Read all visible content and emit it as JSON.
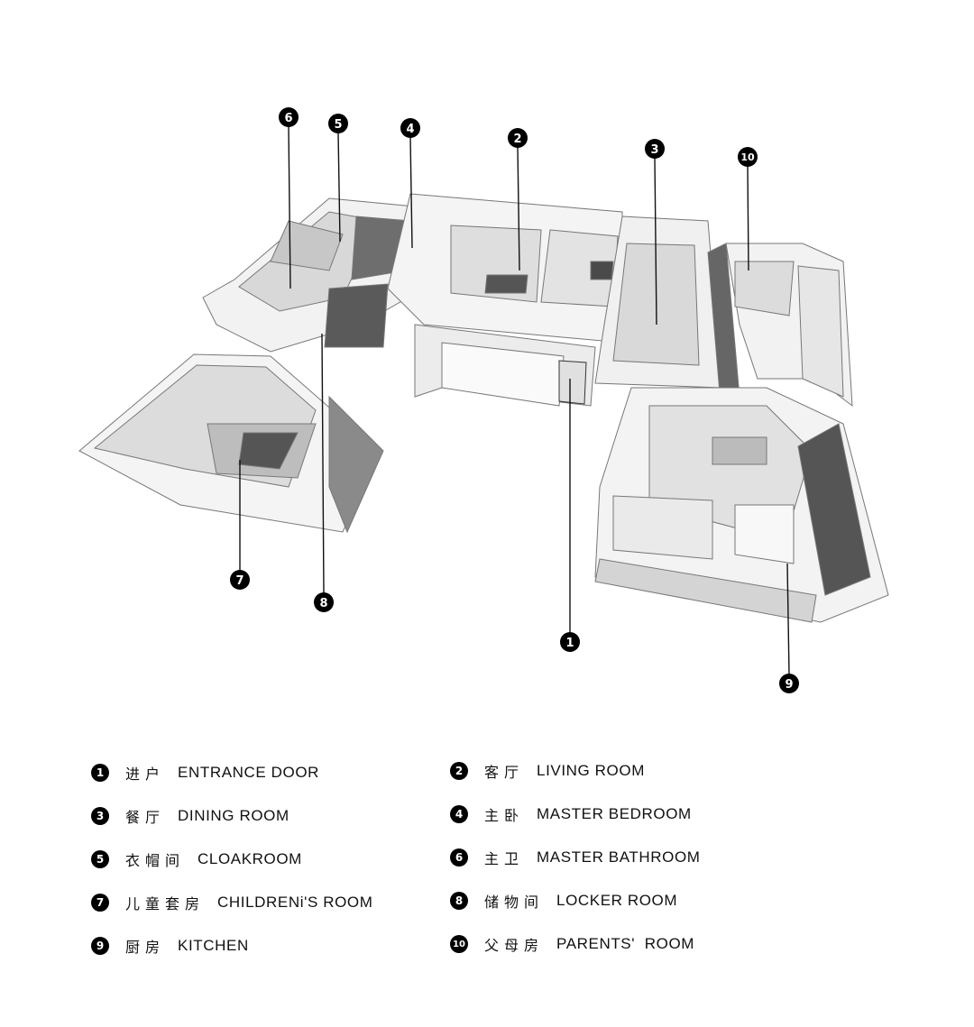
{
  "callouts": [
    "1",
    "2",
    "3",
    "4",
    "5",
    "6",
    "7",
    "8",
    "9",
    "10"
  ],
  "legend": [
    {
      "num": "1",
      "zh": "进户",
      "en": "ENTRANCE DOOR"
    },
    {
      "num": "2",
      "zh": "客厅",
      "en": "LIVING ROOM"
    },
    {
      "num": "3",
      "zh": "餐厅",
      "en": "DINING ROOM"
    },
    {
      "num": "4",
      "zh": "主卧",
      "en": "MASTER BEDROOM"
    },
    {
      "num": "5",
      "zh": "衣帽间",
      "en": "CLOAKROOM"
    },
    {
      "num": "6",
      "zh": "主卫",
      "en": "MASTER BATHROOM"
    },
    {
      "num": "7",
      "zh": "儿童套房",
      "en": "CHILDRENi'S ROOM"
    },
    {
      "num": "8",
      "zh": "储物间",
      "en": "LOCKER ROOM"
    },
    {
      "num": "9",
      "zh": "厨房",
      "en": "KITCHEN"
    },
    {
      "num": "10",
      "zh": "父母房",
      "en": "PARENTS'  ROOM"
    }
  ]
}
